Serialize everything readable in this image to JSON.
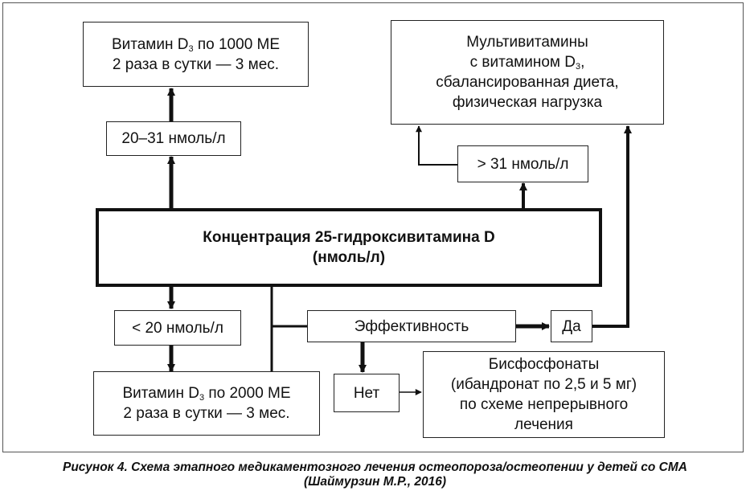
{
  "nodes": {
    "vitd_1000": {
      "line1_pre": "Витамин D",
      "line1_sub": "3",
      "line1_post": " по 1000 МЕ",
      "line2": "2 раза в сутки — 3 мес."
    },
    "range_20_31": {
      "label": "20–31 нмоль/л"
    },
    "multivitamins": {
      "line1": "Мультивитамины",
      "line2_pre": "с витамином D",
      "line2_sub": "3",
      "line2_post": ",",
      "line3": "сбалансированная диета,",
      "line4": "физическая нагрузка"
    },
    "range_over_31": {
      "label": "> 31 нмоль/л"
    },
    "concentration": {
      "line1": "Концентрация 25-гидроксивитамина D",
      "line2": "(нмоль/л)"
    },
    "range_under_20": {
      "label": "< 20 нмоль/л"
    },
    "effectiveness": {
      "label": "Эффективность"
    },
    "yes": {
      "label": "Да"
    },
    "no": {
      "label": "Нет"
    },
    "vitd_2000": {
      "line1_pre": "Витамин D",
      "line1_sub": "3",
      "line1_post": " по 2000 МЕ",
      "line2": "2 раза в сутки — 3 мес."
    },
    "bisphosphonates": {
      "line1": "Бисфосфонаты",
      "line2": "(ибандронат по 2,5 и 5 мг)",
      "line3": "по схеме непрерывного",
      "line4": "лечения"
    }
  },
  "caption": {
    "line1": "Рисунок 4. Схема этапного медикаментозного лечения остеопороза/остеопении у детей со СМА",
    "line2": "(Шаймурзин М.Р., 2016)"
  }
}
